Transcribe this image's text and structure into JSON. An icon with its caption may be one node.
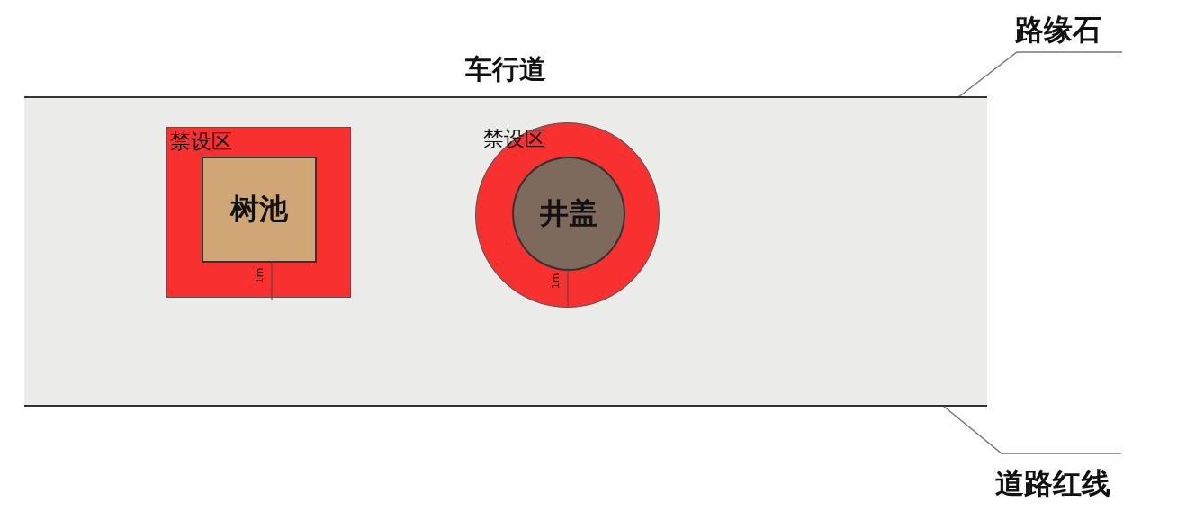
{
  "diagram": {
    "nodes": [
      {
        "text": [
          "车行道"
        ]
      },
      {
        "text": [
          "禁设区"
        ],
        "in": 0
      },
      {
        "text": [
          "树池"
        ],
        "in": 1
      },
      {
        "text": [
          "禁设区"
        ],
        "in": 0
      },
      {
        "text": [
          "井盖"
        ],
        "in": 3
      },
      {
        "text": [
          "路缘石"
        ]
      },
      {
        "text": [
          "道路红线"
        ]
      }
    ],
    "edges": [
      {
        "from": 5,
        "to": 0,
        "arrow": "none"
      },
      {
        "from": 6,
        "to": 0,
        "arrow": "none"
      }
    ],
    "labels": [
      "1m",
      "1m"
    ]
  }
}
